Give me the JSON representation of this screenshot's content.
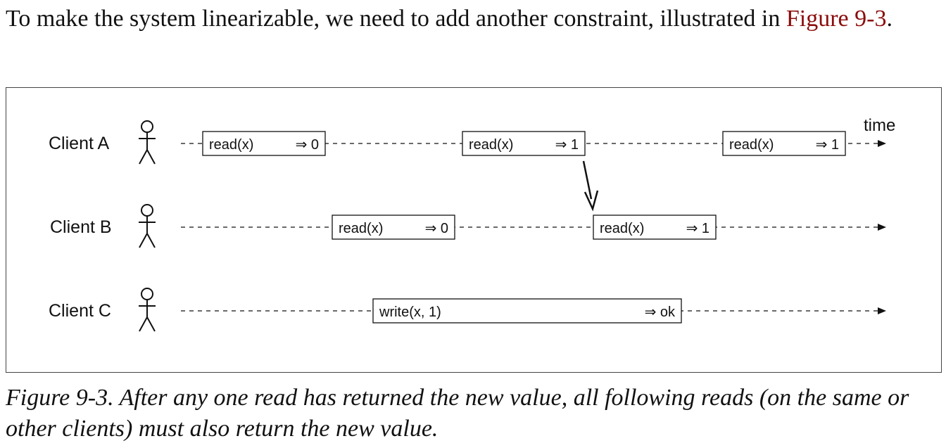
{
  "paragraph": {
    "text_before": "To make the system linearizable, we need to add another constraint, illustrated in ",
    "figure_link": "Figure 9-3",
    "text_after": "."
  },
  "figure": {
    "time_label": "time",
    "clients": [
      {
        "name": "Client A",
        "ops": [
          {
            "op": "read(x)",
            "result": "⇒ 0"
          },
          {
            "op": "read(x)",
            "result": "⇒ 1"
          },
          {
            "op": "read(x)",
            "result": "⇒ 1"
          }
        ]
      },
      {
        "name": "Client B",
        "ops": [
          {
            "op": "read(x)",
            "result": "⇒ 0"
          },
          {
            "op": "read(x)",
            "result": "⇒ 1"
          }
        ]
      },
      {
        "name": "Client C",
        "ops": [
          {
            "op": "write(x, 1)",
            "result": "⇒ ok"
          }
        ]
      }
    ]
  },
  "caption": "Figure 9-3. After any one read has returned the new value, all following reads (on the same or other clients) must also return the new value."
}
